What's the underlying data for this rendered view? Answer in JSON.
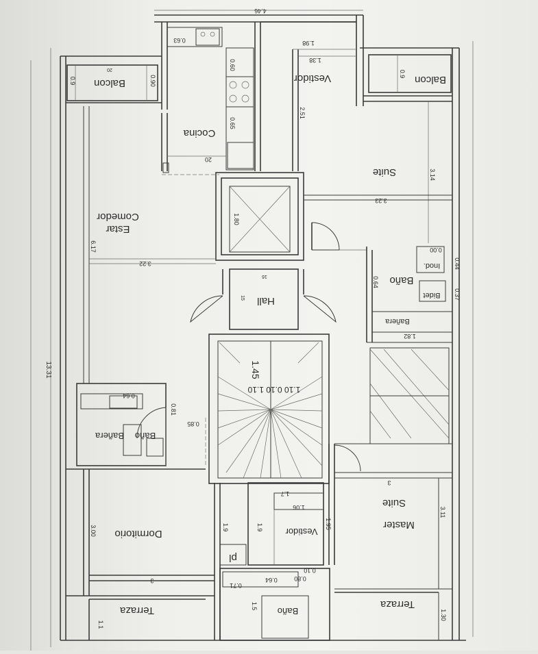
{
  "rooms": {
    "cocina": "Cocina",
    "vestidor_top": "Vestidor",
    "balcon_left": "Balcon",
    "balcon_right": "Balcon",
    "estar": "Estar",
    "comedor": "Comedor",
    "suite": "Suite",
    "hall": "Hall",
    "bano_suite": "Baño",
    "inod": "Inod.",
    "bidet": "Bidet",
    "banera_right": "Bañera",
    "bano_left": "Baño",
    "banera_left": "Bañera",
    "master": "Master",
    "master_suite": "Suite",
    "dormitorio": "Dormitorio",
    "vestidor_bottom": "Vestidor",
    "pl": "pl",
    "terraza_left": "Terraza",
    "terraza_right": "Terraza",
    "bano_bottom": "Baño"
  },
  "dims": {
    "d446": "4.46",
    "d063": "0.63",
    "d198": "1.98",
    "d138": "1.38",
    "d09a": "0.9",
    "d20": "20",
    "d090": "0.90",
    "d060": "0.60",
    "d09b": "0.9",
    "d251": "2.51",
    "d065": "0.65",
    "d20b": "20",
    "d314": "3.14",
    "d323": "3.23",
    "d180": "1.80",
    "d617": "6.17",
    "d322": "3.22",
    "d000": "0.00",
    "d044": "0.44",
    "d064a": "0.64",
    "d037": "0.37",
    "d16": "16",
    "d15": "15",
    "d182": "1.82",
    "d1331": "13.31",
    "d145": "1.45",
    "stair": "1.10 0.10 1.10",
    "d064b": "0.64",
    "d081": "0.81",
    "d085": "0.85",
    "d3a": "3",
    "d17": "1.7",
    "d106": "1.06",
    "d311": "3.11",
    "d300": "3.00",
    "d19a": "1.9",
    "d19b": "1.9",
    "d195": "1.95",
    "d3b": "3",
    "d071": "0.71",
    "d064c": "0.64",
    "d080": "0.80",
    "d010": "0.10",
    "d15b": "1.5",
    "d11": "1.1",
    "d130": "1.30"
  }
}
